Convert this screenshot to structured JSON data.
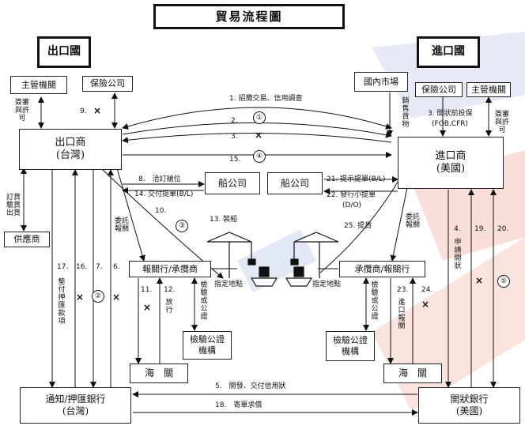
{
  "title": "貿易流程圖",
  "export_country": "出口國",
  "import_country": "進口國",
  "nodes": {
    "exp_auth": "主管機關",
    "exp_ins": "保險公司",
    "exporter_1": "出口商",
    "exporter_2": "(台灣)",
    "supplier": "供應商",
    "ship_co_1": "船公司",
    "ship_co_2": "船公司",
    "exp_broker": "報關行/承攬商",
    "exp_inspect_1": "檢驗公證",
    "exp_inspect_2": "機構",
    "exp_customs": "海　關",
    "exp_bank_1": "通知/押匯銀行",
    "exp_bank_2": "(台灣)",
    "domestic_market": "國內市場",
    "imp_ins": "保險公司",
    "imp_auth": "主管機關",
    "importer_1": "進口商",
    "importer_2": "(美國)",
    "imp_broker": "承攬商/報關行",
    "imp_inspect_1": "檢驗公證",
    "imp_inspect_2": "機構",
    "imp_customs": "海　關",
    "imp_bank_1": "開狀銀行",
    "imp_bank_2": "(美國)"
  },
  "labels": {
    "s1": "1. 招攬交易、信用調查",
    "s2": "2.",
    "s3": "3.",
    "s15": "15.",
    "s8": "8.　洽訂艙位",
    "s14": "14. 交付提單(B/L)",
    "s21": "21. 提示提單(B/L)",
    "s22a": "22. 發行小提單",
    "s22b": "(D/O)",
    "s10": "10.",
    "s13": "13. 裝船",
    "s25": "25. 提貨",
    "s5": "5.　開發、交付信用狀",
    "s18": "18.　寄單求償",
    "s9": "9.",
    "s3v": "3. 開狀前投保",
    "fob": "(FOB,CFR)",
    "port_left": "指定地點",
    "port_right": "指定地點",
    "n17": "17.",
    "n16": "16.",
    "n7": "7.",
    "n6": "6.",
    "n11": "11.",
    "n12": "12.",
    "n4": "4.",
    "n19": "19.",
    "n20": "20.",
    "n23": "23.",
    "n24": "24."
  },
  "vertical_labels": {
    "sign_left": "簽審與許可",
    "sign_right": "簽審與許可",
    "order": "訂貨驗貨出貨",
    "commission_left": "委託報關",
    "commission_right": "委託報關",
    "sell": "銷售貨物",
    "settle": "墊付押匯款項",
    "declare_left": "放行",
    "inspect_left": "檢驗或公證",
    "inspect_right": "檢驗或公證",
    "import_declare": "進口報關",
    "apply": "申請開狀"
  },
  "markers": {
    "x": "×",
    "c1": "①",
    "c2": "②",
    "c3": "③",
    "c4": "④",
    "c5": "⑤"
  },
  "colors": {
    "watermark_blue": "#cfd9ee",
    "watermark_red": "#f6d2c7",
    "line": "#111111"
  }
}
